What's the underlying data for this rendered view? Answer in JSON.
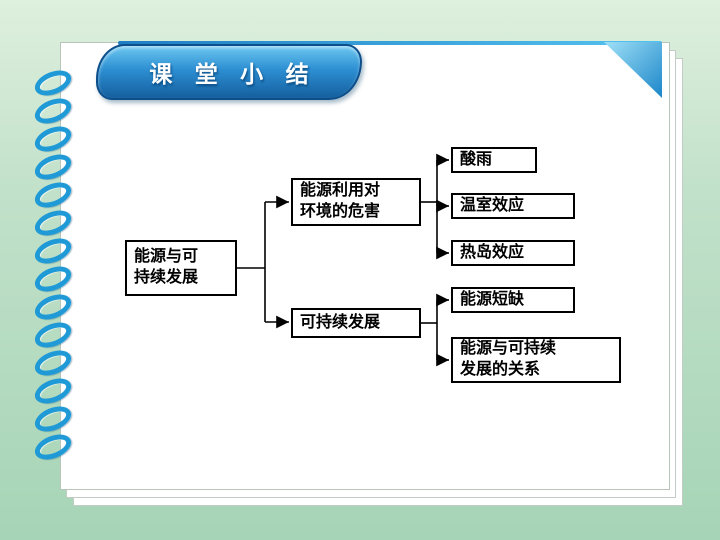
{
  "banner": {
    "title": "课 堂 小 结"
  },
  "diagram": {
    "root": "能源与可\n持续发展",
    "branch_env_harm": "能源利用对\n环境的危害",
    "branch_sustain": "可持续发展",
    "leaf_acid_rain": "酸雨",
    "leaf_greenhouse": "温室效应",
    "leaf_heat_island": "热岛效应",
    "leaf_energy_shortage": "能源短缺",
    "leaf_relation": "能源与可持续\n发展的关系"
  },
  "colors": {
    "banner_blue": "#145f9e",
    "ring_blue": "#1f9ad6",
    "background_green": "#a6d4b6",
    "box_border": "#000000"
  }
}
